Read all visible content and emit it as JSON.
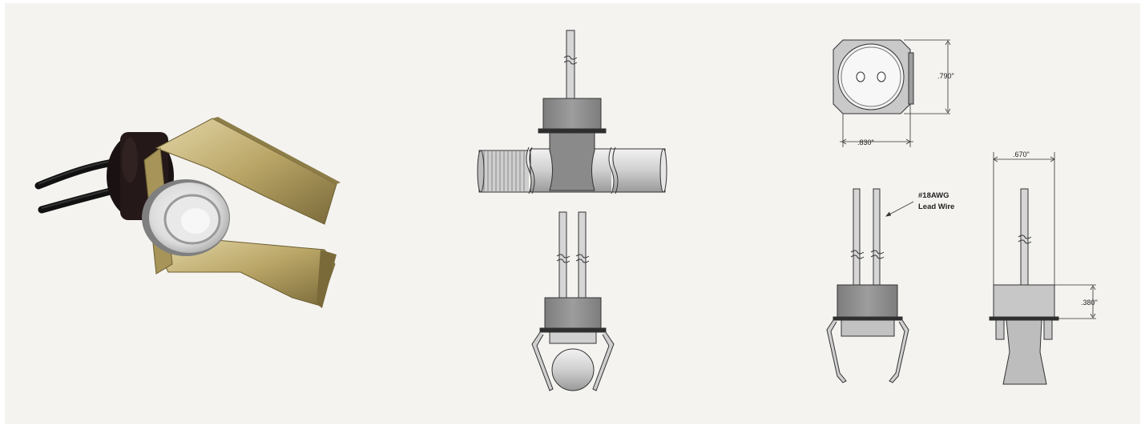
{
  "figure": {
    "photo": "thermostat-with-clip-photo",
    "views": [
      "pipe-mount-side-view",
      "pipe-mount-end-view",
      "top-view",
      "front-view",
      "side-view"
    ]
  },
  "dimensions": {
    "height": ".790\"",
    "width": ".830\"",
    "clip_width": ".670\"",
    "body_height": ".380\""
  },
  "callouts": {
    "lead_wire_line1": "#18AWG",
    "lead_wire_line2": "Lead Wire"
  },
  "colors": {
    "background": "#f4f3f0",
    "body_gray": "#8c8c8c",
    "pipe_gray": "#d9d9d9",
    "line": "#333333",
    "brass": "#b8a36a"
  }
}
